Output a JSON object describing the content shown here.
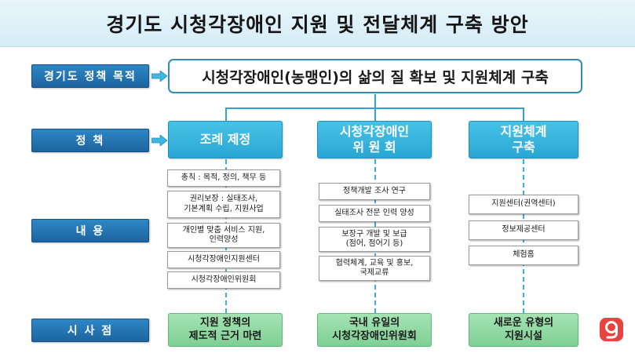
{
  "title": "경기도 시청각장애인 지원 및 전달체계 구축 방안",
  "labels": {
    "goal": "경기도 정책 목적",
    "policy": "정 책",
    "content": "내 용",
    "implication": "시 사 점"
  },
  "goal_text": "시청각장애인(농맹인)의 삶의 질 확보 및 지원체계 구축",
  "columns": [
    {
      "policy_lines": [
        "조례 제정"
      ],
      "items": [
        [
          "총칙 : 목적, 정의, 책무 등"
        ],
        [
          "권리보장 : 실태조사,",
          "기본계획 수립, 지원사업"
        ],
        [
          "개인별 맞춤 서비스 지원,",
          "인력양성"
        ],
        [
          "시청각장애인지원센터"
        ],
        [
          "시청각장애인위원회"
        ]
      ],
      "implication_lines": [
        "지원 정책의",
        "제도적 근거 마련"
      ]
    },
    {
      "policy_lines": [
        "시청각장애인",
        "위 원 회"
      ],
      "items": [
        [
          "정책개발 조사 연구"
        ],
        [
          "실태조사 전문 인력 양성"
        ],
        [
          "보장구 개발 및 보급",
          "(점어, 점어기 등)"
        ],
        [
          "협력체계, 교육 및 홍보,",
          "국제교류"
        ]
      ],
      "implication_lines": [
        "국내 유일의",
        "시청각장애인위원회"
      ]
    },
    {
      "policy_lines": [
        "지원체계",
        "구축"
      ],
      "items": [
        [
          "지원센터(권역센터)"
        ],
        [
          "정보제공센터"
        ],
        [
          "체험홈"
        ]
      ],
      "implication_lines": [
        "새로운 유형의",
        "지원시설"
      ]
    }
  ],
  "colors": {
    "label_blue": "#1c64a0",
    "policy_cyan": "#2aa6d4",
    "implication_green": "#7fcf95",
    "logo_red": "#e8433f"
  },
  "icons": {
    "arrow": "right-arrow-icon",
    "logo": "logo-icon"
  }
}
